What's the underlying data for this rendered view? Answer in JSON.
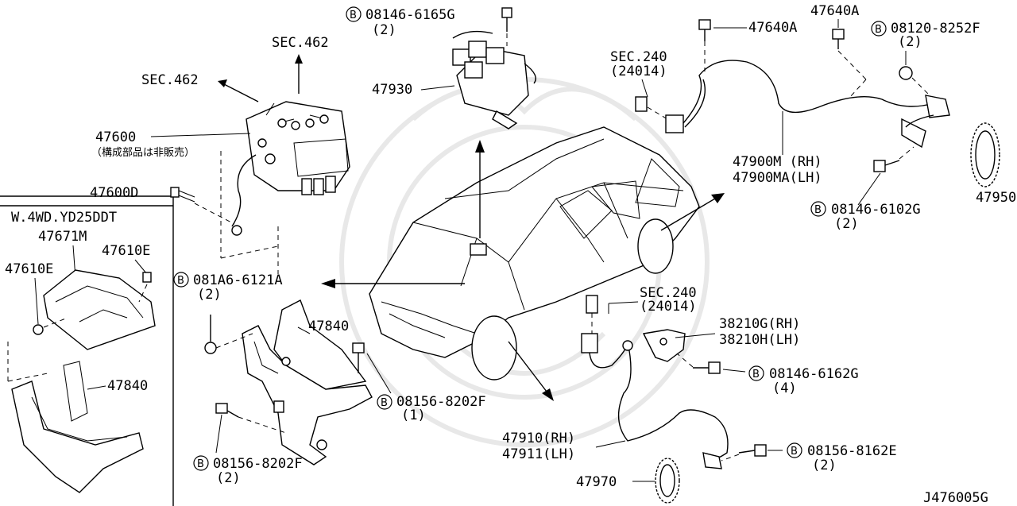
{
  "diagram": {
    "bolt_symbol": "B",
    "inset_title": "W.4WD.YD25DDT",
    "drawing_number": "J476005G",
    "labels": {
      "sec462_top": "SEC.462",
      "sec462_left": "SEC.462",
      "p47600": "47600",
      "p47600_note": "（構成部品は非販売）",
      "p47600D": "47600D",
      "p47671M": "47671M",
      "p47610E_left": "47610E",
      "p47610E_right": "47610E",
      "p47840_inset": "47840",
      "p47840_main": "47840",
      "b081A6": "081A6-6121A",
      "b081A6_qty": "(2)",
      "b08156_8202F_mid": "08156-8202F",
      "b08156_8202F_mid_qty": "(1)",
      "b08156_8202F_low": "08156-8202F",
      "b08156_8202F_low_qty": "(2)",
      "b08146_6165G": "08146-6165G",
      "b08146_6165G_qty": "(2)",
      "p47930": "47930",
      "p47640A_left": "47640A",
      "p47640A_right": "47640A",
      "b08120": "08120-8252F",
      "b08120_qty": "(2)",
      "sec240_top": "SEC.240",
      "sec240_top_sub": "(24014)",
      "p47900M": "47900M (RH)",
      "p47900MA": "47900MA(LH)",
      "b08146_6102G": "08146-6102G",
      "b08146_6102G_qty": "(2)",
      "p47950": "47950",
      "sec240_low": "SEC.240",
      "sec240_low_sub": "(24014)",
      "p38210G": "38210G(RH)",
      "p38210H": "38210H(LH)",
      "b08146_6162G": "08146-6162G",
      "b08146_6162G_qty": "(4)",
      "p47910": "47910(RH)",
      "p47911": "47911(LH)",
      "b08156_8162E": "08156-8162E",
      "b08156_8162E_qty": "(2)",
      "p47970": "47970"
    }
  }
}
